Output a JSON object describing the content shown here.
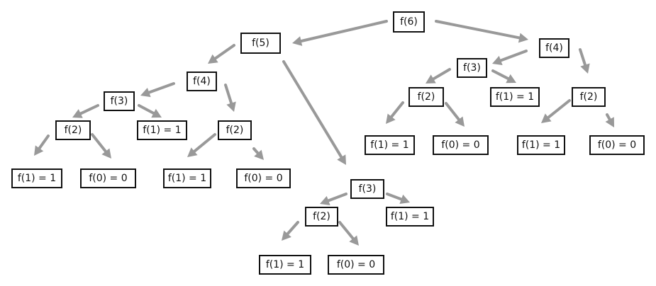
{
  "diagram": {
    "nodes": [
      {
        "id": "n6",
        "label": "f(6)"
      },
      {
        "id": "n5",
        "label": "f(5)"
      },
      {
        "id": "n4r",
        "label": "f(4)"
      },
      {
        "id": "n4l",
        "label": "f(4)"
      },
      {
        "id": "n3a",
        "label": "f(3)"
      },
      {
        "id": "n2a",
        "label": "f(2)"
      },
      {
        "id": "n1a",
        "label": "f(1) = 1"
      },
      {
        "id": "n0a",
        "label": "f(0) = 0"
      },
      {
        "id": "n1b",
        "label": "f(1) = 1"
      },
      {
        "id": "n2b",
        "label": "f(2)"
      },
      {
        "id": "n1c",
        "label": "f(1) = 1"
      },
      {
        "id": "n0b",
        "label": "f(0) = 0"
      },
      {
        "id": "n3m",
        "label": "f(3)"
      },
      {
        "id": "n2m",
        "label": "f(2)"
      },
      {
        "id": "n1m",
        "label": "f(1) = 1"
      },
      {
        "id": "n1m2",
        "label": "f(1) = 1"
      },
      {
        "id": "n0m",
        "label": "f(0) = 0"
      },
      {
        "id": "n3r",
        "label": "f(3)"
      },
      {
        "id": "n2r",
        "label": "f(2)"
      },
      {
        "id": "n1r",
        "label": "f(1) = 1"
      },
      {
        "id": "n1r2",
        "label": "f(1) = 1"
      },
      {
        "id": "n0r",
        "label": "f(0) = 0"
      },
      {
        "id": "n2r2",
        "label": "f(2)"
      },
      {
        "id": "n1r3",
        "label": "f(1) = 1"
      },
      {
        "id": "n0r2",
        "label": "f(0) = 0"
      }
    ],
    "edges": [
      {
        "from": "n6",
        "to": "n5"
      },
      {
        "from": "n6",
        "to": "n4r"
      },
      {
        "from": "n5",
        "to": "n4l"
      },
      {
        "from": "n5",
        "to": "n3m"
      },
      {
        "from": "n4l",
        "to": "n3a"
      },
      {
        "from": "n4l",
        "to": "n2b"
      },
      {
        "from": "n3a",
        "to": "n2a"
      },
      {
        "from": "n3a",
        "to": "n1b"
      },
      {
        "from": "n2a",
        "to": "n1a"
      },
      {
        "from": "n2a",
        "to": "n0a"
      },
      {
        "from": "n2b",
        "to": "n1c"
      },
      {
        "from": "n2b",
        "to": "n0b"
      },
      {
        "from": "n3m",
        "to": "n2m"
      },
      {
        "from": "n3m",
        "to": "n1m"
      },
      {
        "from": "n2m",
        "to": "n1m2"
      },
      {
        "from": "n2m",
        "to": "n0m"
      },
      {
        "from": "n4r",
        "to": "n3r"
      },
      {
        "from": "n4r",
        "to": "n2r2"
      },
      {
        "from": "n3r",
        "to": "n2r"
      },
      {
        "from": "n3r",
        "to": "n1r"
      },
      {
        "from": "n2r",
        "to": "n1r2"
      },
      {
        "from": "n2r",
        "to": "n0r"
      },
      {
        "from": "n2r2",
        "to": "n1r3"
      },
      {
        "from": "n2r2",
        "to": "n0r2"
      }
    ],
    "colors": {
      "edge": "#999999",
      "node_border": "#111111",
      "background": "#ffffff"
    }
  }
}
